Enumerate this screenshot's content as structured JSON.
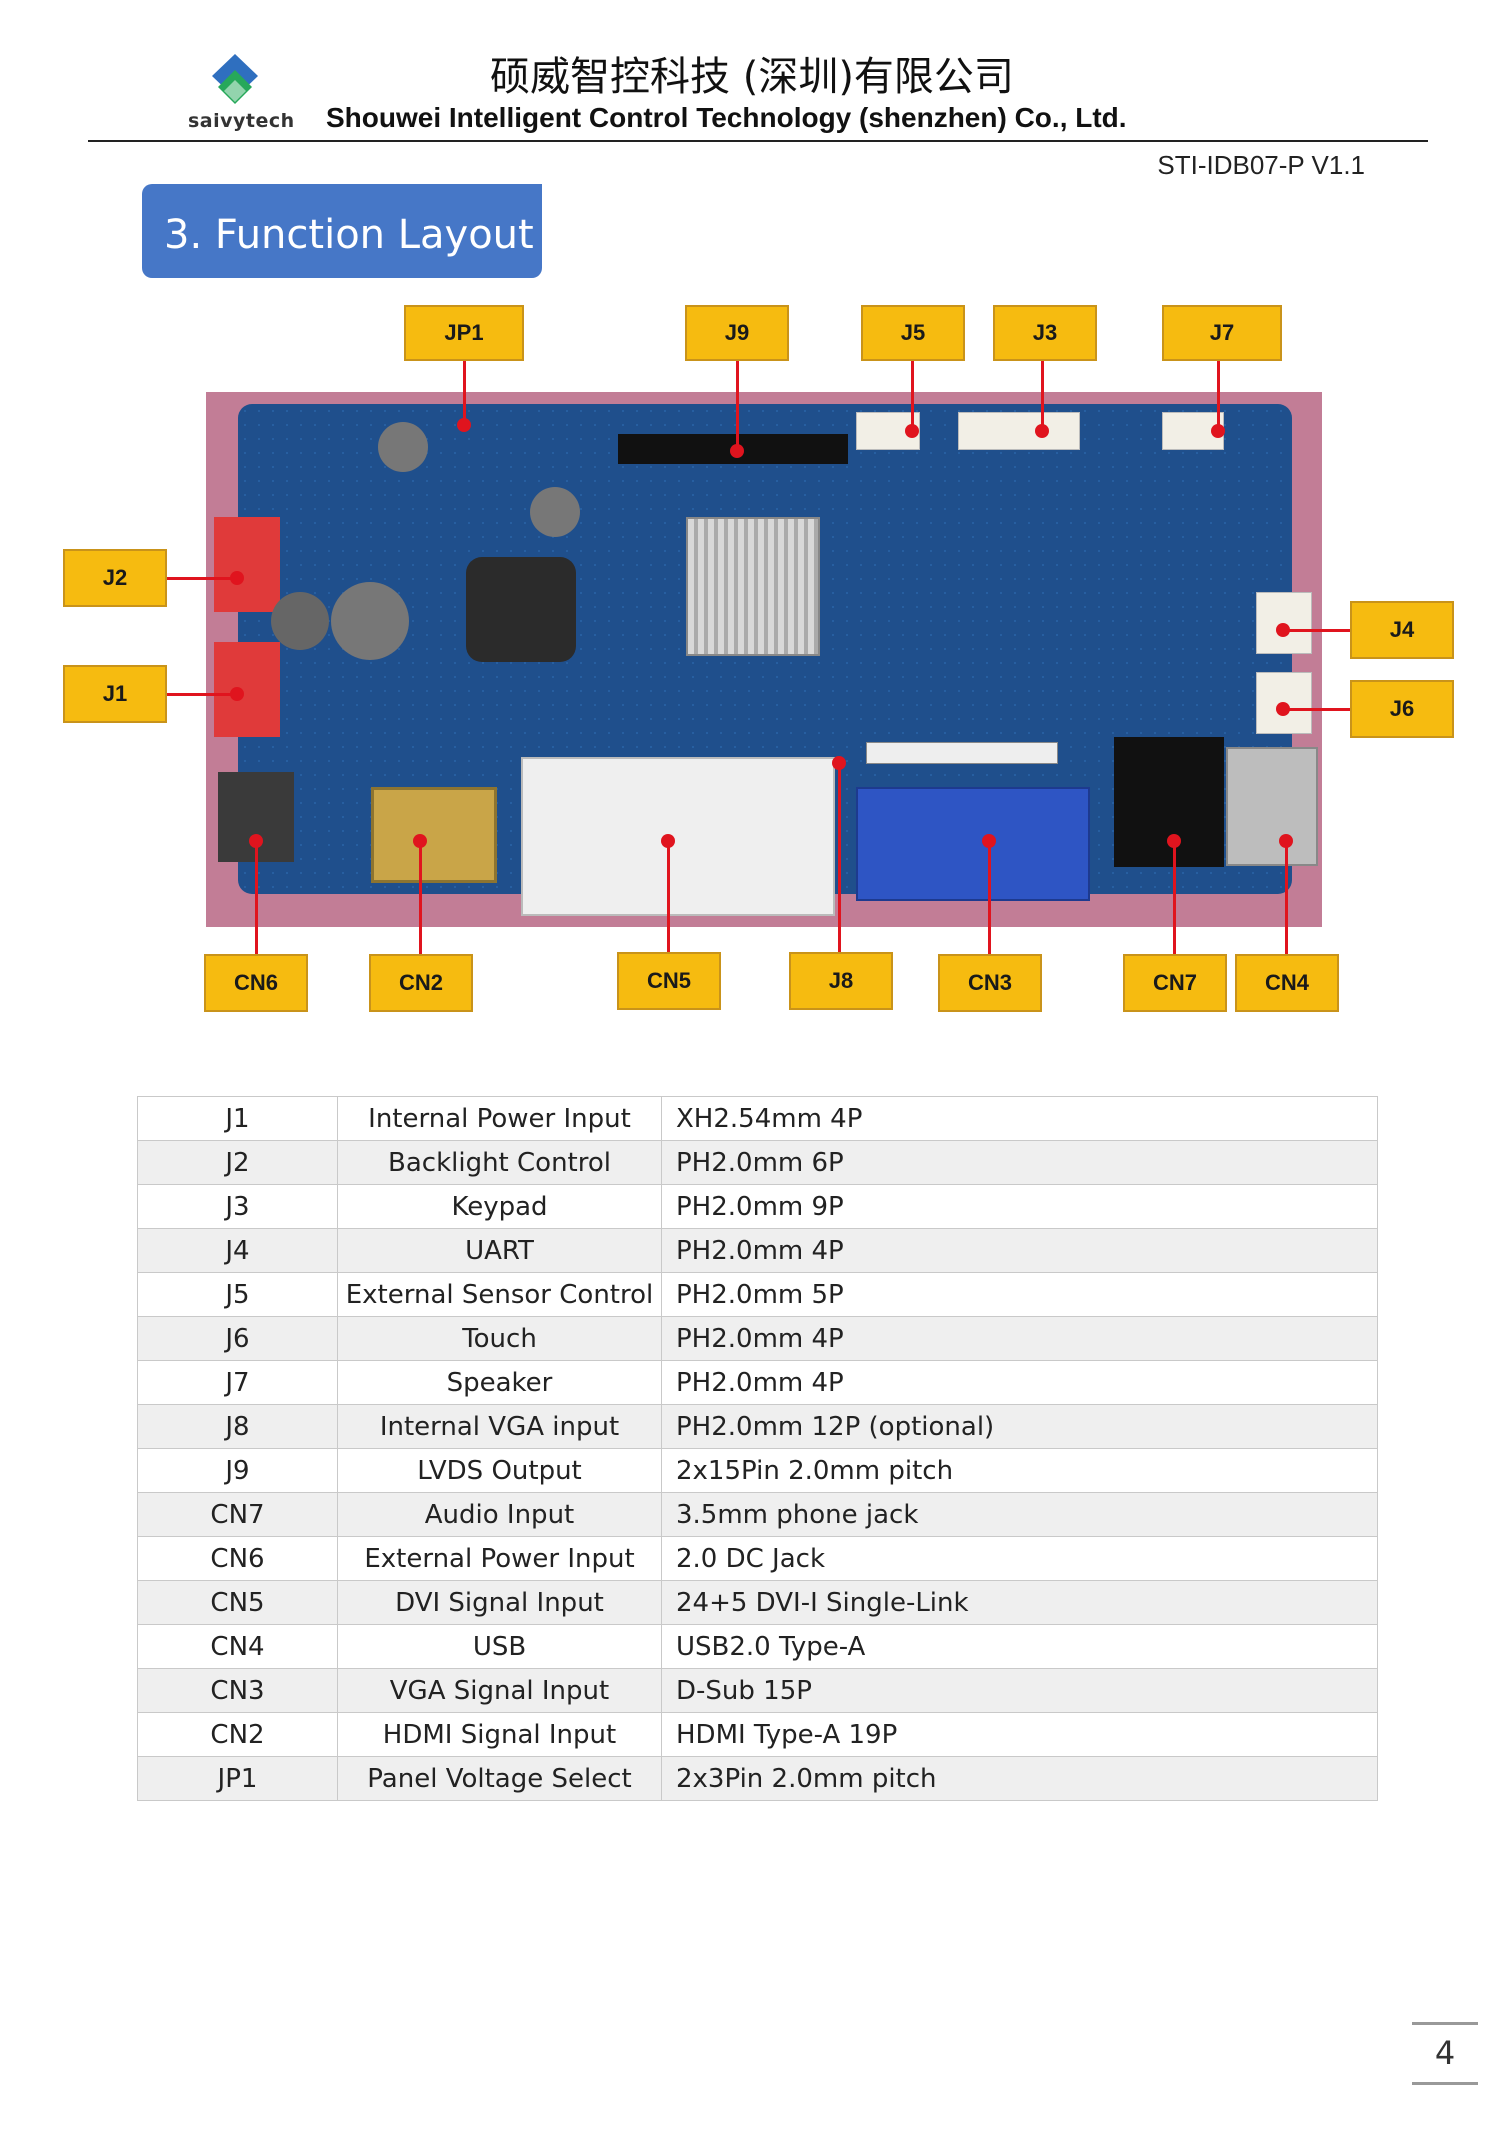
{
  "header": {
    "logo_text": "saivytech",
    "title_cn": "硕威智控科技 (深圳)有限公司",
    "title_en": "Shouwei Intelligent Control Technology (shenzhen) Co., Ltd.",
    "doc_id": "STI-IDB07-P V1.1"
  },
  "section_title": "3. Function Layout",
  "callouts": {
    "jp1": "JP1",
    "j9": "J9",
    "j5": "J5",
    "j3": "J3",
    "j7": "J7",
    "j2": "J2",
    "j1": "J1",
    "j4": "J4",
    "j6": "J6",
    "cn6": "CN6",
    "cn2": "CN2",
    "cn5": "CN5",
    "j8": "J8",
    "cn3": "CN3",
    "cn7": "CN7",
    "cn4": "CN4"
  },
  "table": {
    "rows": [
      [
        "J1",
        "Internal Power Input",
        "XH2.54mm 4P"
      ],
      [
        "J2",
        "Backlight Control",
        "PH2.0mm 6P"
      ],
      [
        "J3",
        "Keypad",
        "PH2.0mm 9P"
      ],
      [
        "J4",
        "UART",
        "PH2.0mm 4P"
      ],
      [
        "J5",
        "External Sensor Control",
        "PH2.0mm 5P"
      ],
      [
        "J6",
        "Touch",
        "PH2.0mm 4P"
      ],
      [
        "J7",
        "Speaker",
        "PH2.0mm 4P"
      ],
      [
        "J8",
        "Internal VGA input",
        "PH2.0mm 12P (optional)"
      ],
      [
        "J9",
        "LVDS Output",
        "2x15Pin 2.0mm pitch"
      ],
      [
        "CN7",
        "Audio Input",
        "3.5mm phone jack"
      ],
      [
        "CN6",
        "External Power Input",
        "2.0 DC Jack"
      ],
      [
        "CN5",
        "DVI Signal Input",
        "24+5 DVI-I Single-Link"
      ],
      [
        "CN4",
        "USB",
        "USB2.0 Type-A"
      ],
      [
        "CN3",
        "VGA Signal Input",
        "D-Sub 15P"
      ],
      [
        "CN2",
        "HDMI Signal Input",
        "HDMI Type-A 19P"
      ],
      [
        "JP1",
        "Panel Voltage Select",
        "2x3Pin 2.0mm pitch"
      ]
    ]
  },
  "page_number": "4"
}
